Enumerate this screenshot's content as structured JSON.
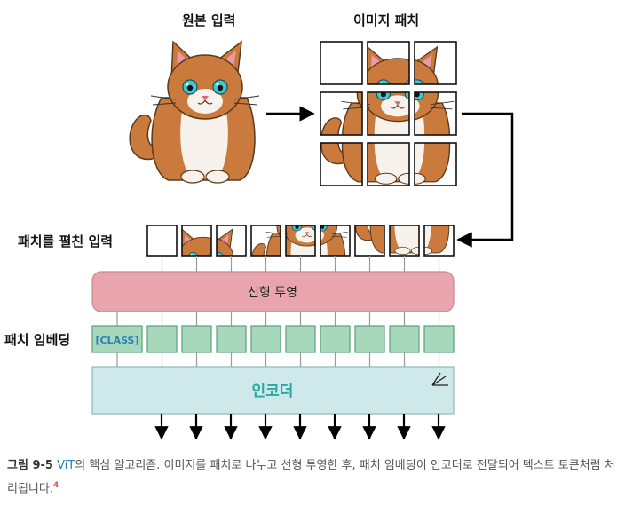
{
  "labels": {
    "original_input": "원본 입력",
    "image_patches": "이미지 패치",
    "flattened_input": "패치를 펼친 입력",
    "patch_embedding": "패치 임베딩"
  },
  "blocks": {
    "linear_projection": "선형 투영",
    "class_token": "[CLASS]",
    "encoder": "인코더"
  },
  "caption": {
    "figure_number": "그림 9-5",
    "model_name": "ViT",
    "text": "의 핵심 알고리즘. 이미지를 패치로 나누고 선형 투영한 후, 패치 임베딩이 인코더로 전달되어 텍스트 토큰처럼 처리됩니다.",
    "footnote": "4"
  },
  "colors": {
    "projection_fill": "#e8a5ae",
    "projection_stroke": "#c98890",
    "embedding_fill": "#a8d8bb",
    "embedding_stroke": "#5aa07a",
    "class_text": "#2a7fb8",
    "encoder_fill": "#cfe9eb",
    "encoder_text": "#2aa8a0",
    "cat_fur": "#c97a3c",
    "cat_eye": "#3fc9d6"
  },
  "icons": {
    "cat": "cat-illustration",
    "encoder_corner": "attention-fan-icon"
  }
}
